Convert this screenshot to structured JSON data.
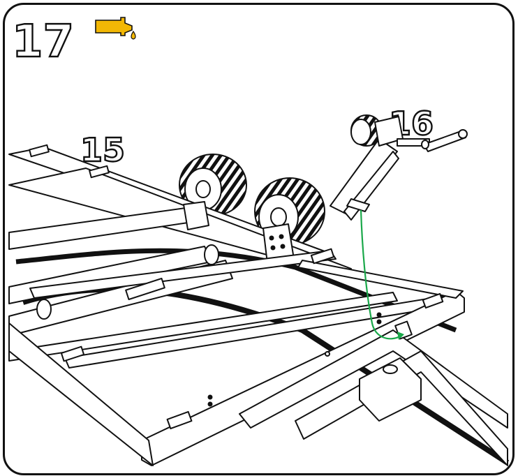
{
  "step": {
    "number": "17",
    "icon": "grease-tube-icon",
    "icon_color": "#f2b705"
  },
  "parts": [
    {
      "label": "15",
      "name": "trailer-frame"
    },
    {
      "label": "16",
      "name": "winch-stand"
    }
  ],
  "colors": {
    "line": "#111111",
    "connector": "#1aa84a",
    "background": "#ffffff"
  }
}
